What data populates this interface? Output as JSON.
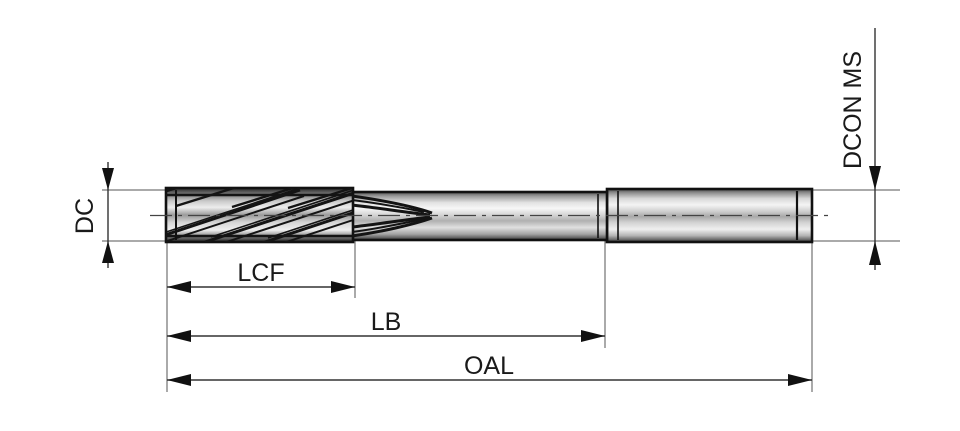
{
  "drawing": {
    "type": "technical-dimension-drawing",
    "subject": "reamer-cutting-tool",
    "background_color": "#ffffff",
    "line_color": "#333333",
    "text_color": "#1a1a1a",
    "dimensions": {
      "dc": {
        "label": "DC",
        "orientation": "vertical",
        "position": "left",
        "description": "cutting diameter"
      },
      "lcf": {
        "label": "LCF",
        "orientation": "horizontal",
        "position": "bottom",
        "description": "length of cutting flutes"
      },
      "lb": {
        "label": "LB",
        "orientation": "horizontal",
        "position": "bottom",
        "description": "body length"
      },
      "oal": {
        "label": "OAL",
        "orientation": "horizontal",
        "position": "bottom",
        "description": "overall length"
      },
      "dcon_ms": {
        "label": "DCON MS",
        "orientation": "vertical",
        "position": "right",
        "description": "connection diameter of shank"
      }
    }
  }
}
